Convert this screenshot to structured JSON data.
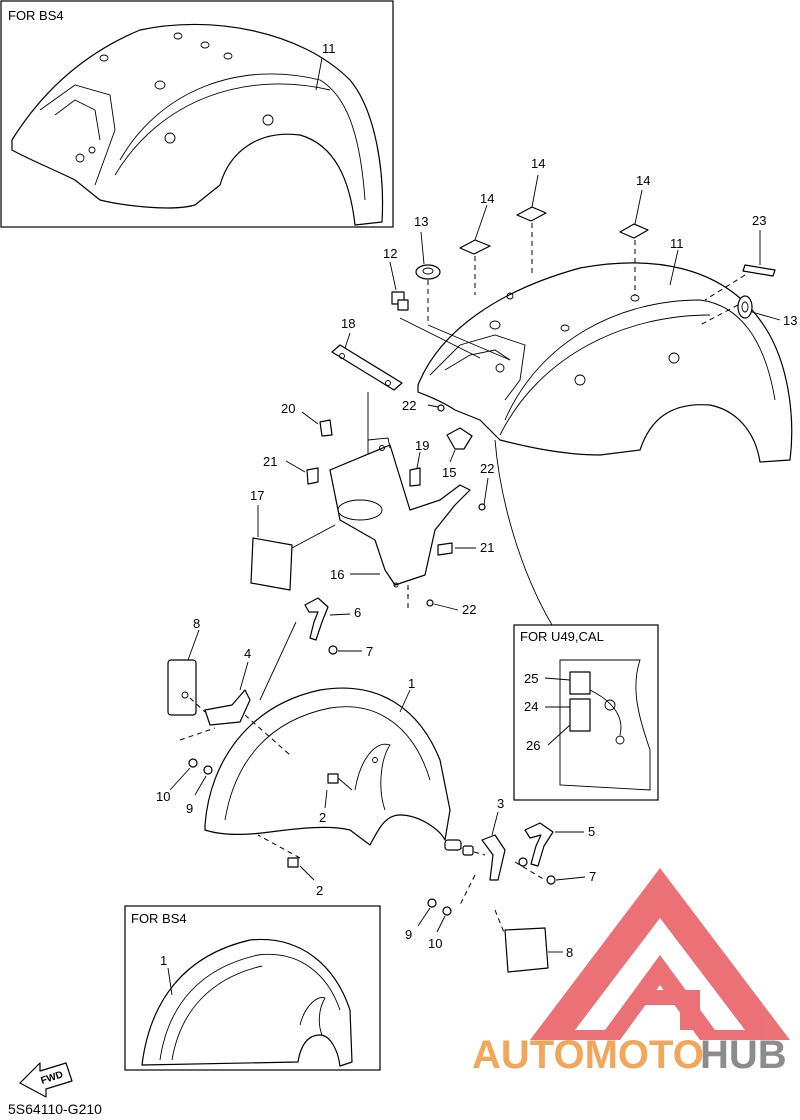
{
  "boxes": {
    "top_left": "FOR BS4",
    "right_middle": "FOR U49,CAL",
    "bottom": "FOR BS4"
  },
  "callouts": {
    "c1": "1",
    "c1b": "1",
    "c2a": "2",
    "c2b": "2",
    "c3": "3",
    "c4": "4",
    "c5": "5",
    "c6": "6",
    "c7a": "7",
    "c7b": "7",
    "c8a": "8",
    "c8b": "8",
    "c9a": "9",
    "c9b": "9",
    "c10a": "10",
    "c10b": "10",
    "c11a": "11",
    "c11b": "11",
    "c12": "12",
    "c13a": "13",
    "c13b": "13",
    "c14a": "14",
    "c14b": "14",
    "c14c": "14",
    "c15": "15",
    "c16": "16",
    "c17": "17",
    "c18": "18",
    "c19": "19",
    "c20": "20",
    "c21a": "21",
    "c21b": "21",
    "c22a": "22",
    "c22b": "22",
    "c22c": "22",
    "c23": "23",
    "c24": "24",
    "c25": "25",
    "c26": "26"
  },
  "fwd_label": "FWD",
  "diagram_code": "5S64110-G210",
  "watermark": {
    "prefix": "AUTOMOTO",
    "suffix": "HUB",
    "prefix_color": "#f2a65a",
    "suffix_color": "#8c8c8c",
    "logo_color": "#e8595f"
  }
}
